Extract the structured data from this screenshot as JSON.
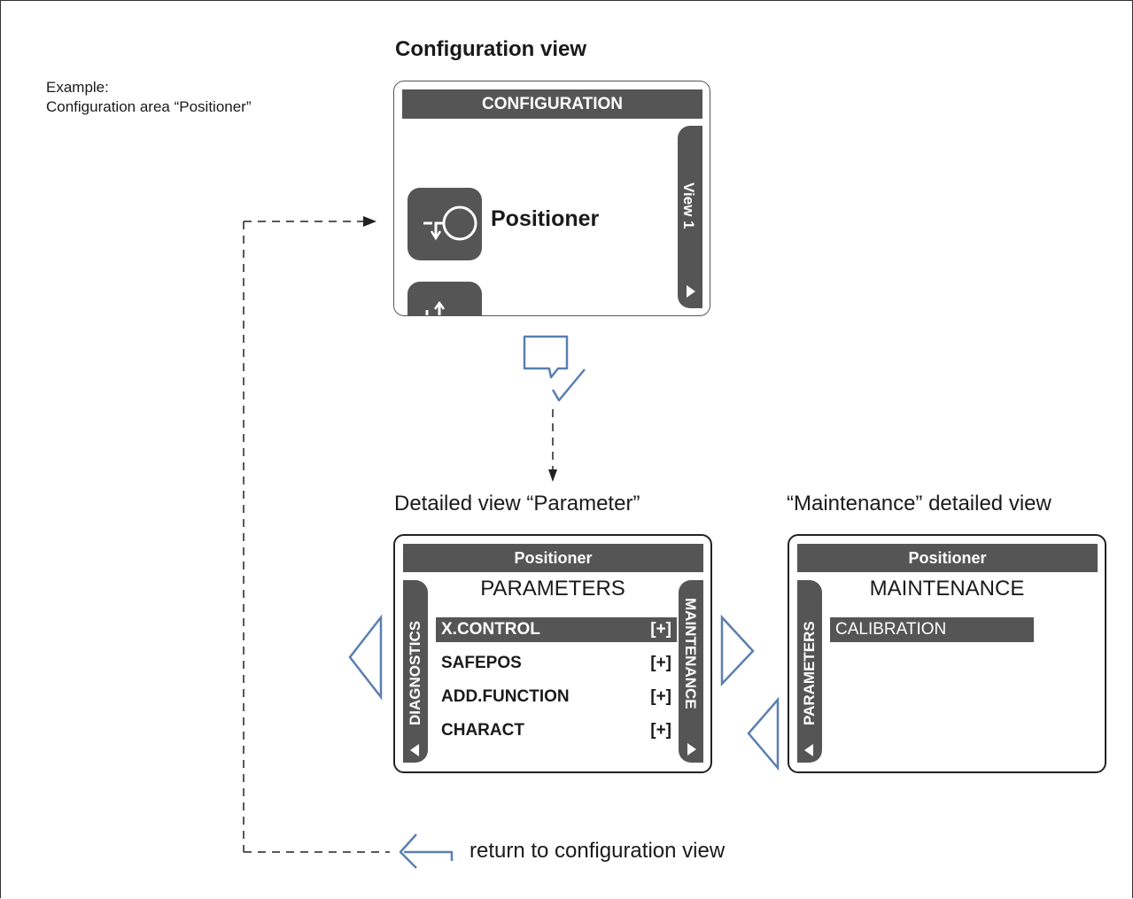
{
  "config_section": {
    "heading": "Configuration view",
    "example_label": "Example:",
    "example_text": "Configuration area “Positioner”"
  },
  "config_screen": {
    "title": "CONFIGURATION",
    "item_label": "Positioner",
    "side_tab": "View 1"
  },
  "detail_param": {
    "caption": "Detailed view “Parameter”",
    "title": "Positioner",
    "heading": "PARAMETERS",
    "left_tab": "DIAGNOSTICS",
    "right_tab": "MAINTENANCE",
    "rows": [
      {
        "label": "X.CONTROL",
        "badge": "[+]"
      },
      {
        "label": "SAFEPOS",
        "badge": "[+]"
      },
      {
        "label": "ADD.FUNCTION",
        "badge": "[+]"
      },
      {
        "label": "CHARACT",
        "badge": "[+]"
      }
    ]
  },
  "detail_maint": {
    "caption": "“Maintenance” detailed view",
    "title": "Positioner",
    "heading": "MAINTENANCE",
    "left_tab": "PARAMETERS",
    "rows": [
      {
        "label": "CALIBRATION"
      }
    ]
  },
  "return_label": "return to configuration view",
  "colors": {
    "screen_dark": "#555555",
    "accent_blue": "#5b7fb0"
  }
}
